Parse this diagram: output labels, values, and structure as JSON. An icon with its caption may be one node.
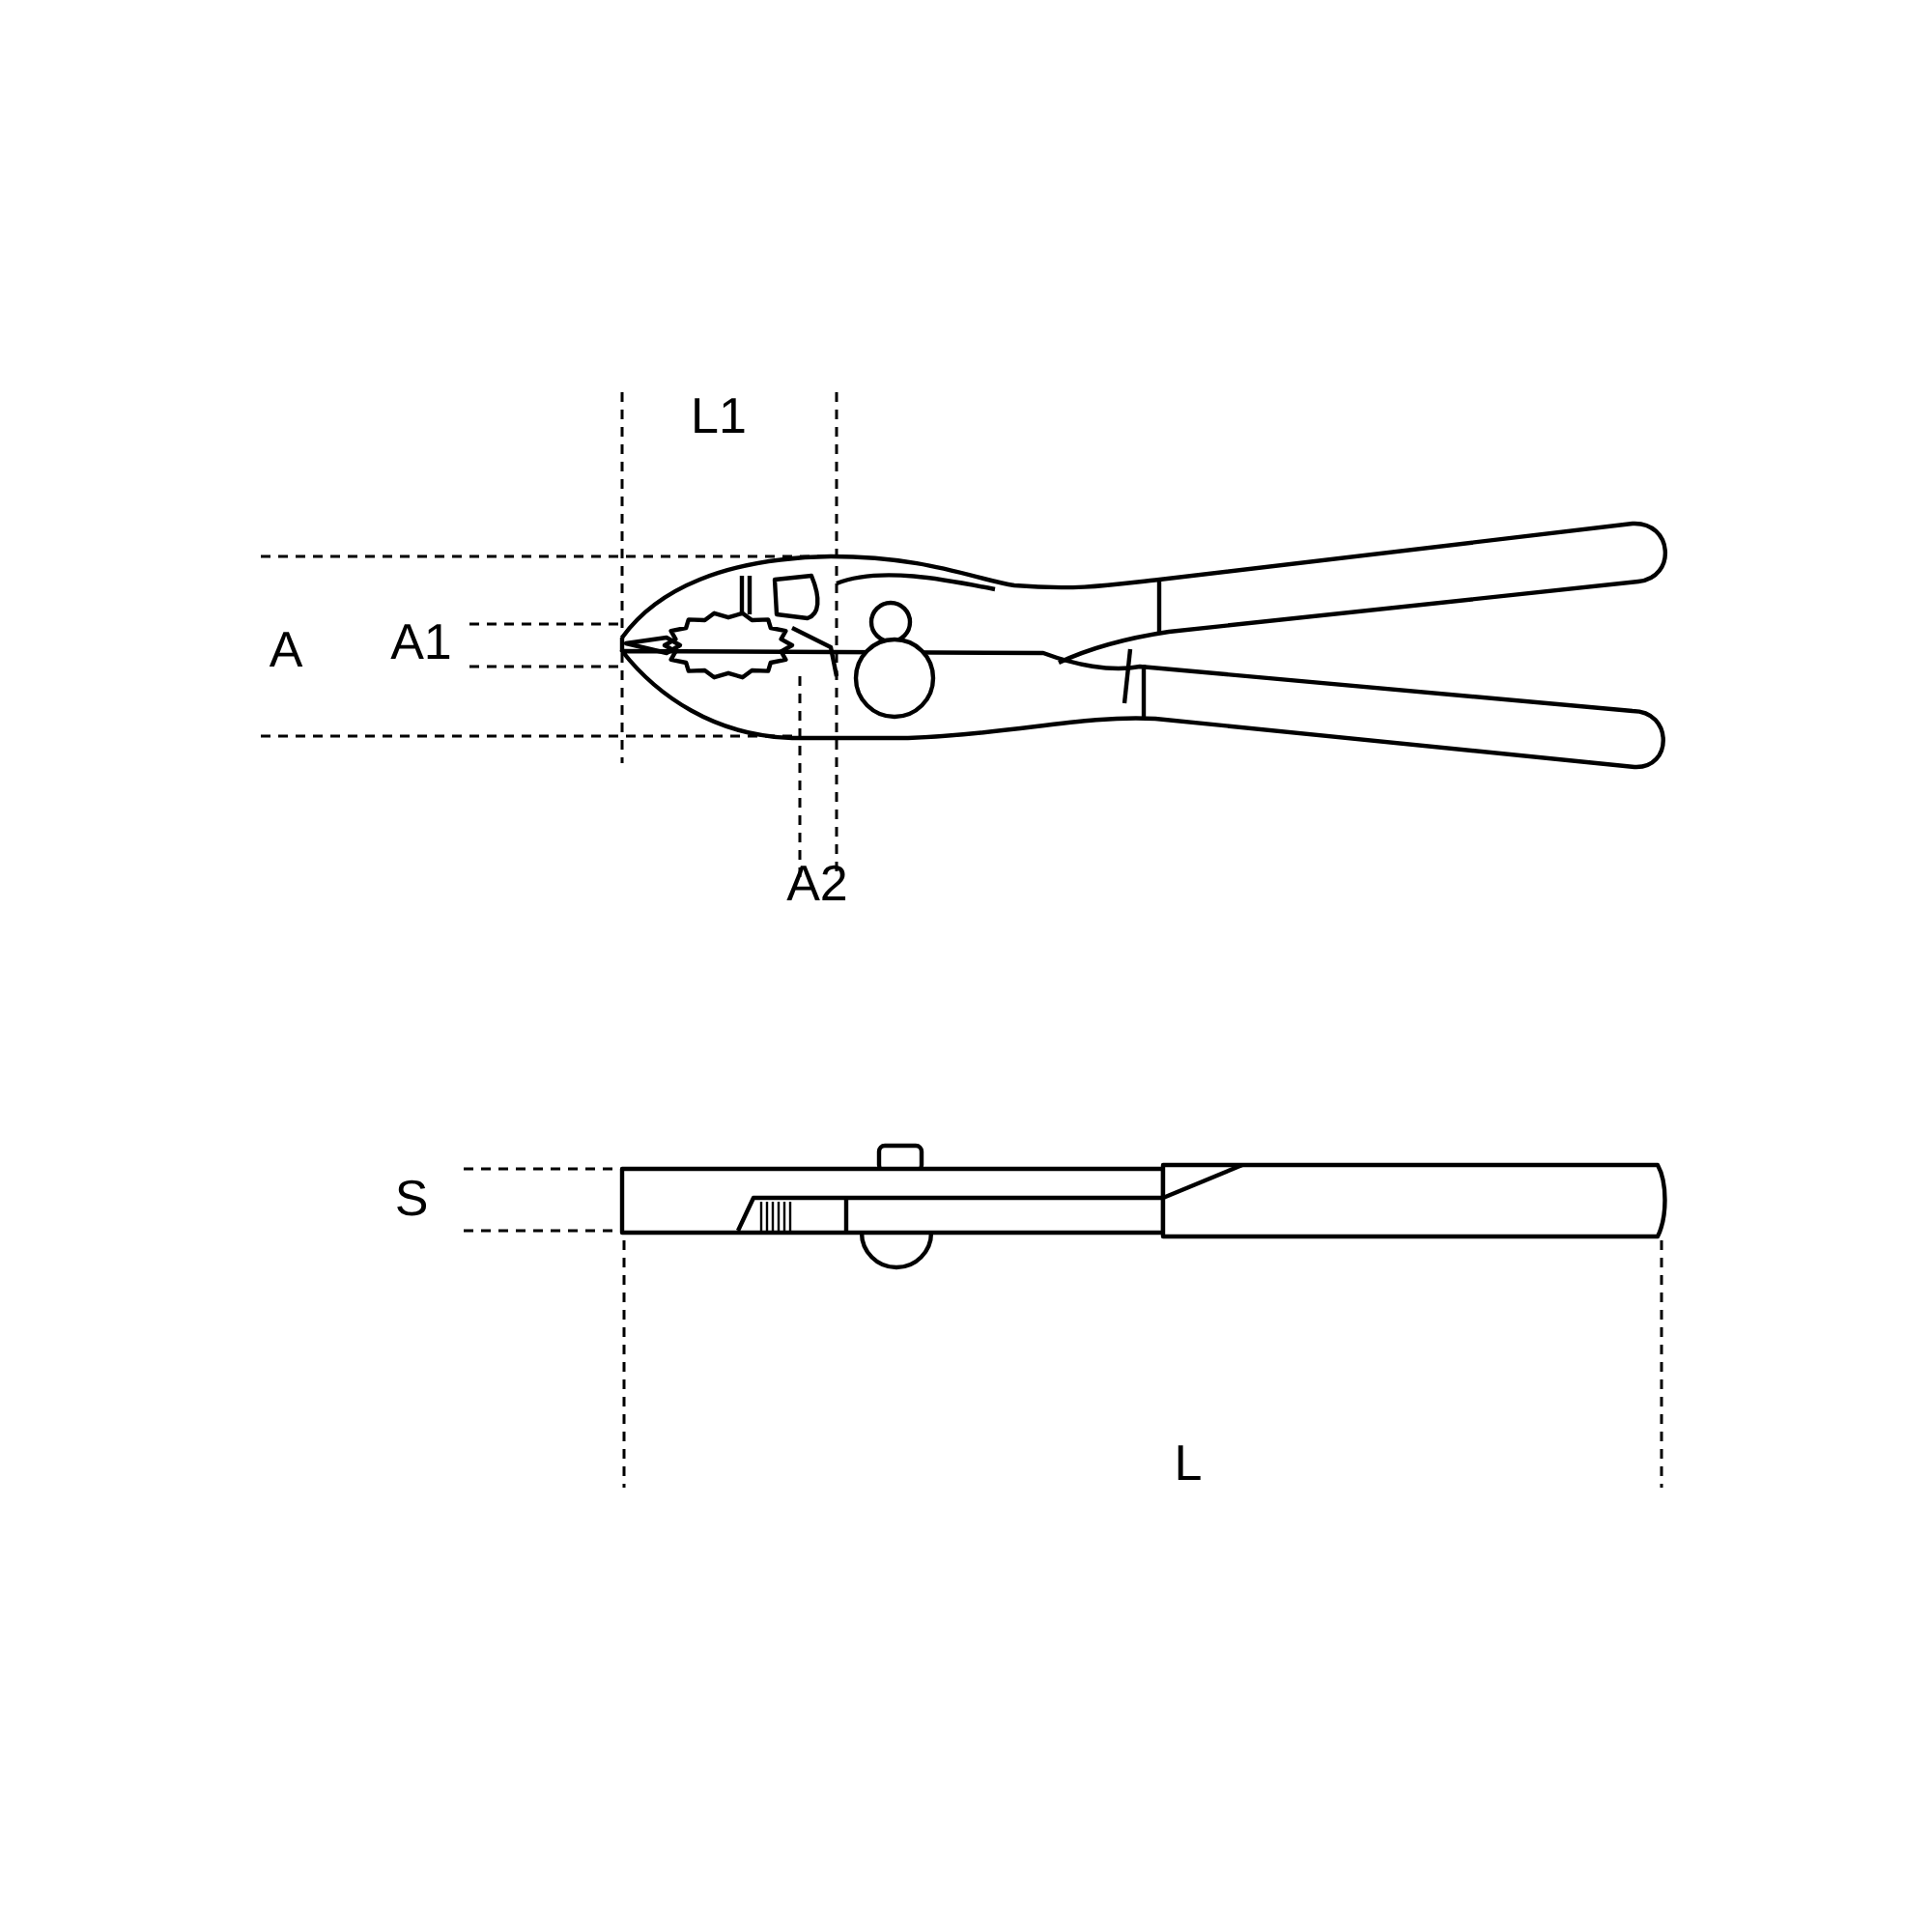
{
  "diagram": {
    "labels": [
      "L1",
      "A",
      "A1",
      "A2",
      "S",
      "L"
    ]
  }
}
